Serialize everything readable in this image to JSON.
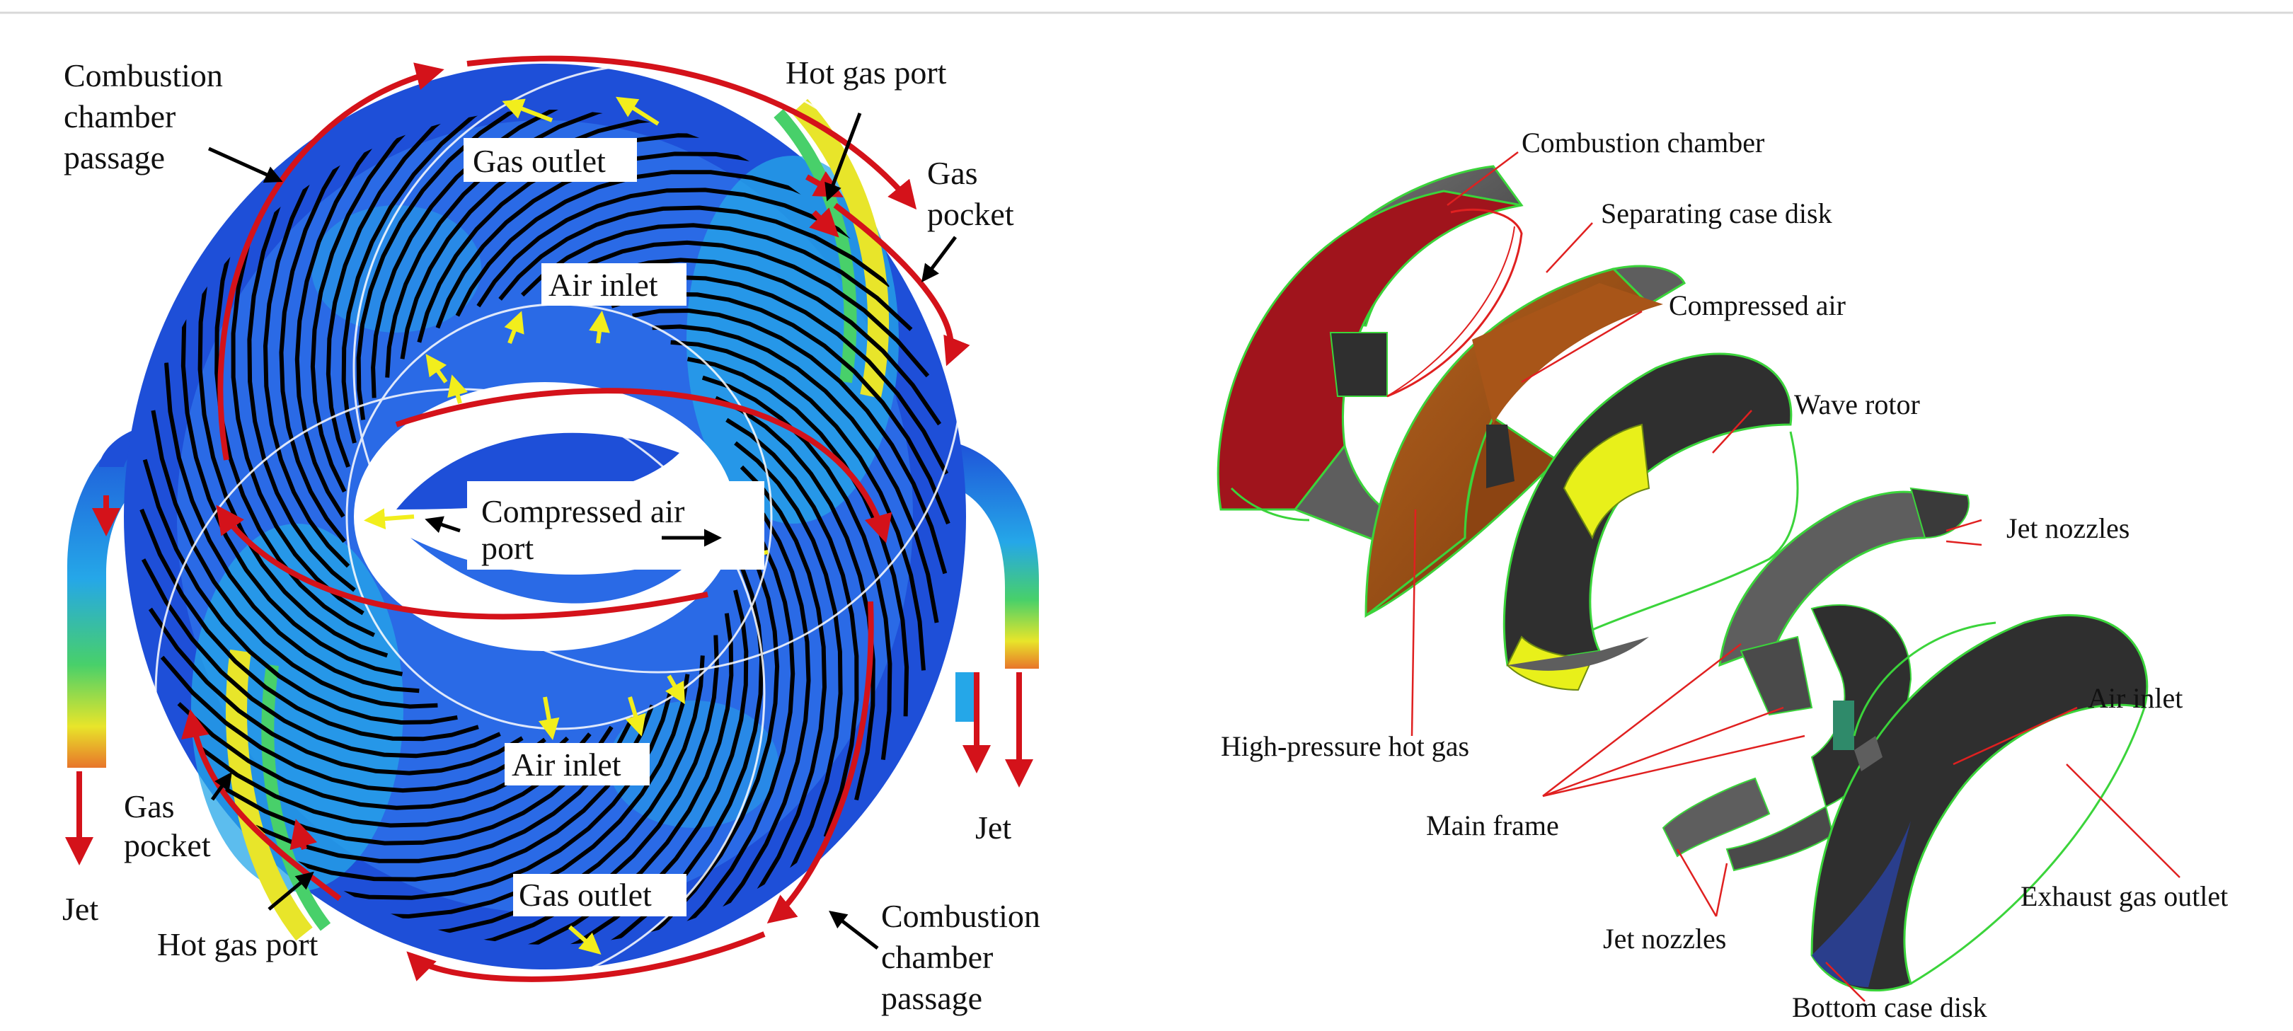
{
  "left_panel": {
    "labels": {
      "combustion_chamber_passage_top": [
        "Combustion",
        "chamber",
        "passage"
      ],
      "hot_gas_port_top": "Hot gas port",
      "gas_pocket_top": [
        "Gas",
        "pocket"
      ],
      "gas_outlet_top": "Gas outlet",
      "air_inlet_top": "Air inlet",
      "compressed_air_port": [
        "Compressed air",
        "port"
      ],
      "air_inlet_bottom": "Air inlet",
      "gas_outlet_bottom": "Gas outlet",
      "gas_pocket_bottom": [
        "Gas",
        "pocket"
      ],
      "jet_left": "Jet",
      "jet_right": "Jet",
      "hot_gas_port_bottom": "Hot gas port",
      "combustion_chamber_passage_bottom": [
        "Combustion",
        "chamber",
        "passage"
      ]
    },
    "colors": {
      "field_blue": "#1e4fd8",
      "field_light": "#25a7e8",
      "hot_yellow": "#e8e52a",
      "hot_green": "#48d06a",
      "flow_arrow": "#d4121a",
      "air_arrow": "#f2ee1c",
      "blade": "#000000"
    }
  },
  "right_panel": {
    "labels": {
      "combustion_chamber": "Combustion chamber",
      "separating_case_disk": "Separating case disk",
      "compressed_air": "Compressed air",
      "wave_rotor": "Wave rotor",
      "jet_nozzles_top": "Jet nozzles",
      "high_pressure_hot_gas": "High-pressure hot gas",
      "main_frame": "Main frame",
      "air_inlet": "Air inlet",
      "jet_nozzles_bottom": "Jet nozzles",
      "exhaust_gas_outlet": "Exhaust gas outlet",
      "bottom_case_disk": "Bottom case disk"
    },
    "colors": {
      "case_gray": "#5e5e5e",
      "dark_gray": "#2f2f2f",
      "disk_brown": "#9a4a12",
      "edge_green": "#3bd43b",
      "chamber_red": "#a0141c",
      "leader_red": "#e02020"
    }
  }
}
